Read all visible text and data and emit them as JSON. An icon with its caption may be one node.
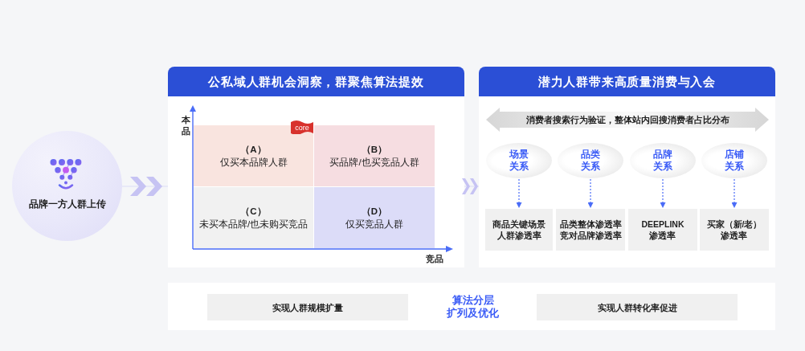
{
  "diagram": {
    "nodes": [
      {
        "text": [
          "品牌一方人群上传"
        ]
      },
      {
        "text": [
          "公私域人群机会洞察，群聚焦算法提效"
        ]
      },
      {
        "text": [
          "core"
        ],
        "in": 1
      },
      {
        "text": [
          "（A）",
          "仅买本品牌人群"
        ],
        "in": 1
      },
      {
        "text": [
          "（B）",
          "买品牌/也买竞品人群"
        ],
        "in": 1
      },
      {
        "text": [
          "（C）",
          "未买本品牌/也未购买竞品"
        ],
        "in": 1
      },
      {
        "text": [
          "（D）",
          "仅买竞品人群"
        ],
        "in": 1
      },
      {
        "text": [
          "潜力人群带来高质量消费与入会"
        ]
      },
      {
        "text": [
          "消费者搜索行为验证，整体站内回搜消费者占比分布"
        ],
        "in": 7
      },
      {
        "text": [
          "场景关系"
        ],
        "in": 7
      },
      {
        "text": [
          "品类关系"
        ],
        "in": 7
      },
      {
        "text": [
          "品牌关系"
        ],
        "in": 7
      },
      {
        "text": [
          "店铺关系"
        ],
        "in": 7
      },
      {
        "text": [
          "商品关键场景人群渗透率"
        ],
        "in": 7
      },
      {
        "text": [
          "品类整体渗透率竞对品牌渗透率"
        ],
        "in": 7
      },
      {
        "text": [
          "DEEPLINK 渗透率"
        ],
        "in": 7
      },
      {
        "text": [
          "买家（新/老）渗透率"
        ],
        "in": 7
      },
      {
        "text": [],
        "shape": "box"
      },
      {
        "text": [
          "实现人群规模扩量"
        ],
        "in": 17
      },
      {
        "text": [
          "实现人群转化率促进"
        ],
        "in": 17
      }
    ],
    "edges": [
      {
        "from": 0,
        "to": 1,
        "arrow": "to",
        "color": "#c6c3f3"
      },
      {
        "from": 1,
        "to": 7,
        "arrow": "to",
        "color": "#c6c3f3"
      },
      {
        "from": 9,
        "to": 13,
        "arrow": "to",
        "style": "dashed"
      },
      {
        "from": 10,
        "to": 14,
        "arrow": "to",
        "style": "dashed"
      },
      {
        "from": 11,
        "to": 15,
        "arrow": "to",
        "style": "dashed"
      },
      {
        "from": 12,
        "to": 16,
        "arrow": "to",
        "style": "dashed"
      }
    ],
    "labels": [
      "本品",
      "竞品",
      "算法分层扩列及优化"
    ]
  }
}
